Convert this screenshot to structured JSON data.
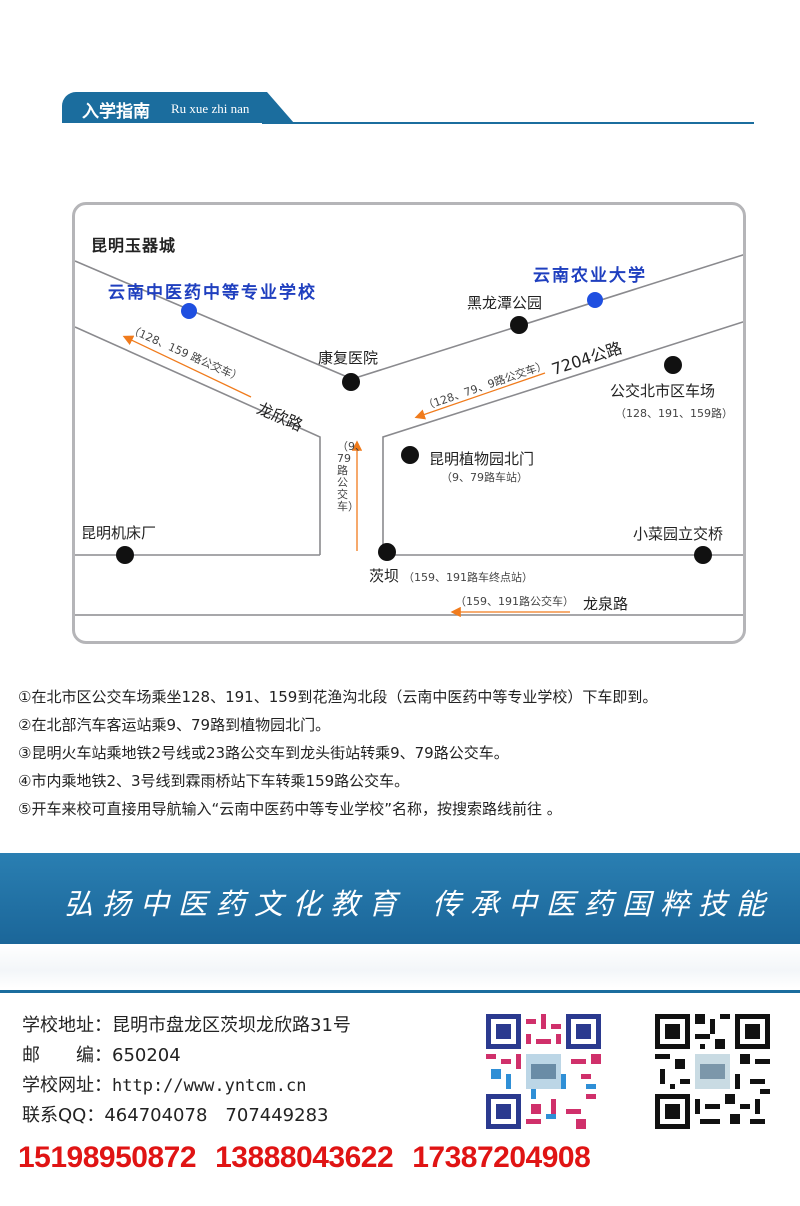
{
  "header": {
    "title": "入学指南",
    "subtitle": "Ru xue zhi nan"
  },
  "map": {
    "city": "昆明玉器城",
    "school": "云南中医药中等专业学校",
    "university": "云南农业大学",
    "places": {
      "heilongtan": "黑龙潭公园",
      "kangfu": "康复医院",
      "gongjiao": "公交北市区车场",
      "gongjiao_bus": "（128、191、159路）",
      "zhiwuyuan": "昆明植物园北门",
      "zhiwuyuan_bus": "（9、79路车站）",
      "jichuang": "昆明机床厂",
      "xiaocaiyuan": "小菜园立交桥",
      "maoba": "茨坝",
      "maoba_bus": "（159、191路车终点站）"
    },
    "roads": {
      "longxin": "龙欣路",
      "r7204": "7204公路",
      "longquan": "龙泉路"
    },
    "bus_routes": {
      "left": "（128、159 路公交车）",
      "right": "（128、79、9路公交车）",
      "vertical": "（9、79路公交车）",
      "bottom": "（159、191路公交车）"
    }
  },
  "routes": [
    "①在北市区公交车场乘坐128、191、159到花渔沟北段（云南中医药中等专业学校）下车即到。",
    "②在北部汽车客运站乘9、79路到植物园北门。",
    "③昆明火车站乘地铁2号线或23路公交车到龙头街站转乘9、79路公交车。",
    "④市内乘地铁2、3号线到霖雨桥站下车转乘159路公交车。",
    "⑤开车来校可直接用导航输入“云南中医药中等专业学校”名称，按搜索路线前往 。"
  ],
  "banner": {
    "slogan_left": "弘扬中医药文化教育",
    "slogan_right": "传承中医药国粹技能"
  },
  "contact": {
    "address_label": "学校地址：",
    "address": "昆明市盘龙区茨坝龙欣路31号",
    "zip_label": "邮　　编：",
    "zip": "650204",
    "website_label": "学校网址：",
    "website": "http://www.yntcm.cn",
    "qq_label": "联系QQ：",
    "qq": "464704078　707449283",
    "phones": [
      "15198950872",
      "13888043622",
      "17387204908"
    ]
  },
  "colors": {
    "brand_blue": "#1b6d9e",
    "school_blue": "#1f3fbf",
    "phone_red": "#e01414",
    "bus_arrow": "#f07b1c"
  }
}
